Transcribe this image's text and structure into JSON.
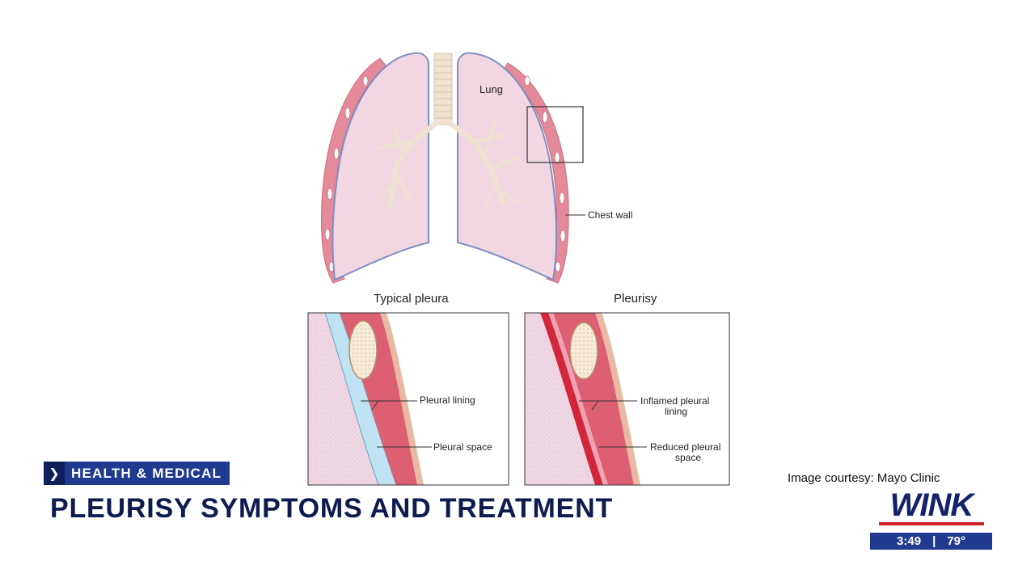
{
  "diagram": {
    "lung_label": "Lung",
    "chest_wall_label": "Chest wall",
    "typical_title": "Typical pleura",
    "pleurisy_title": "Pleurisy",
    "pleural_lining_label": "Pleural lining",
    "pleural_space_label": "Pleural space",
    "inflamed_line1": "Inflamed pleural",
    "inflamed_line2": "lining",
    "reduced_line1": "Reduced pleural",
    "reduced_line2": "space"
  },
  "lower_third": {
    "category": "HEALTH & MEDICAL",
    "headline": "PLEURISY SYMPTOMS AND TREATMENT",
    "courtesy": "Image courtesy: Mayo Clinic"
  },
  "station": {
    "logo": "WINK",
    "time": "3:49",
    "separator": "|",
    "temperature": "79°"
  },
  "colors": {
    "brand_navy": "#12226b",
    "brand_blue": "#1f3a8f",
    "brand_red": "#d6202a",
    "lung_pink": "#f2d6e2",
    "tissue_red": "#d9566b",
    "pleural_space_blue": "#bfe3f2"
  }
}
